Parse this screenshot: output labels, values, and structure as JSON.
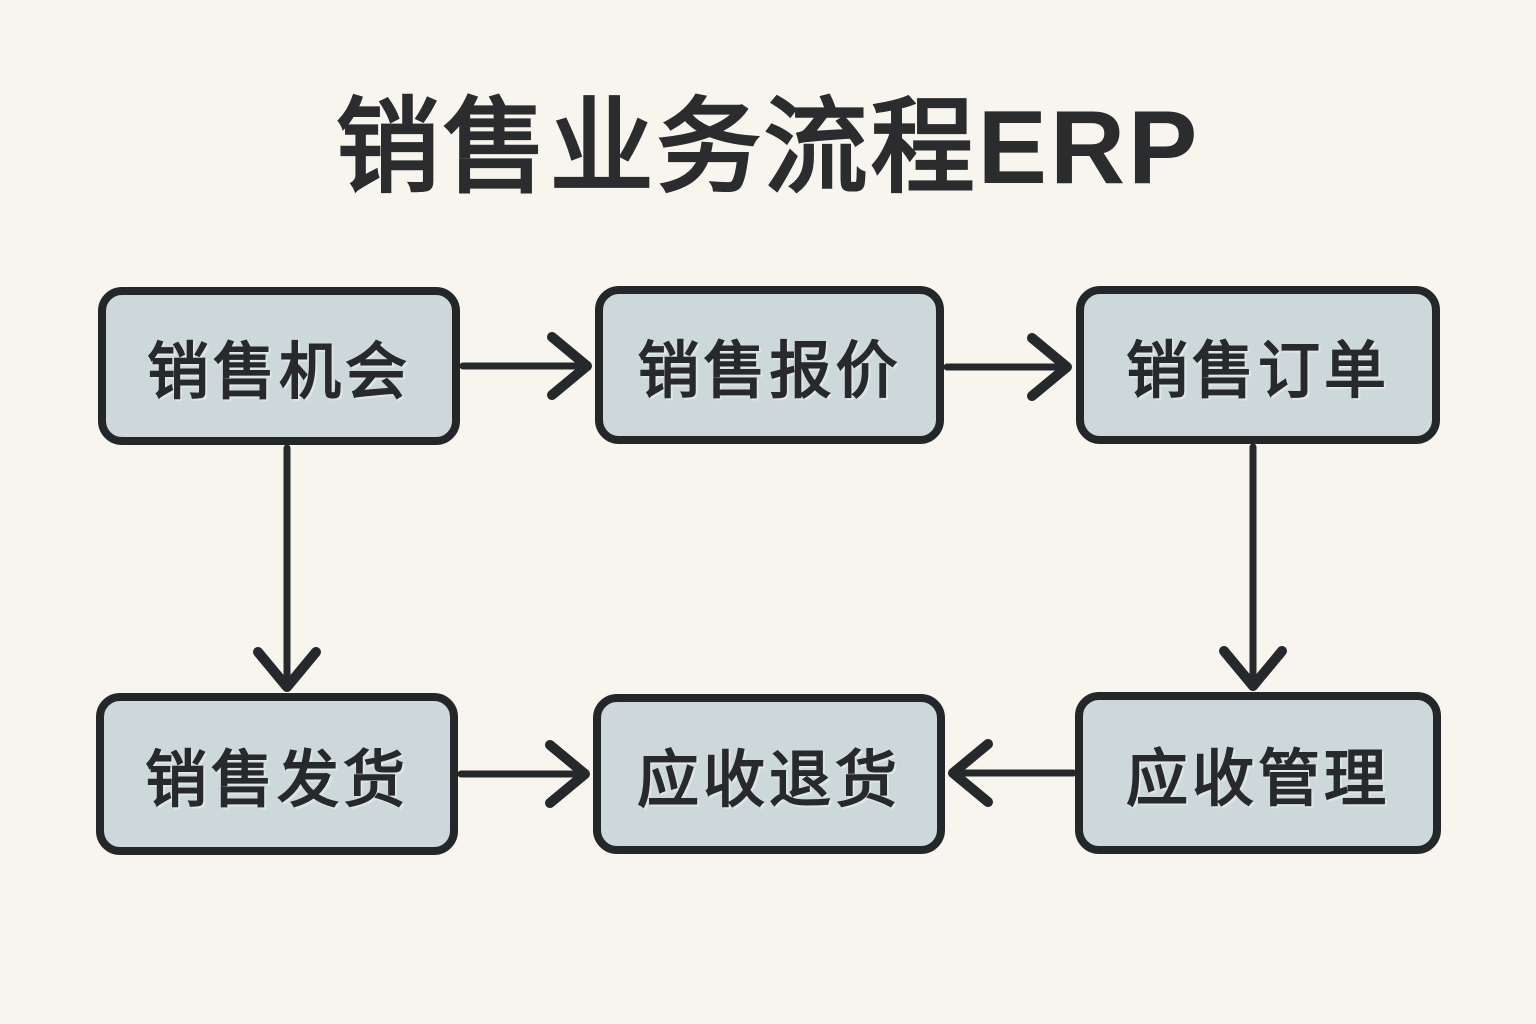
{
  "title": "销售业务流程ERP",
  "colors": {
    "background": "#f8f5ee",
    "node_fill": "#ccd8da",
    "node_border": "#24272a",
    "text": "#27292b",
    "arrow": "#26292b"
  },
  "nodes": [
    {
      "id": "sales-opportunity",
      "label": "销售机会"
    },
    {
      "id": "sales-quotation",
      "label": "销售报价"
    },
    {
      "id": "sales-order",
      "label": "销售订单"
    },
    {
      "id": "sales-delivery",
      "label": "销售发货"
    },
    {
      "id": "receivable-return",
      "label": "应收退货"
    },
    {
      "id": "receivable-management",
      "label": "应收管理"
    }
  ],
  "edges": [
    {
      "from": "sales-opportunity",
      "to": "sales-quotation",
      "direction": "right"
    },
    {
      "from": "sales-quotation",
      "to": "sales-order",
      "direction": "right"
    },
    {
      "from": "sales-opportunity",
      "to": "sales-delivery",
      "direction": "down"
    },
    {
      "from": "sales-order",
      "to": "receivable-management",
      "direction": "down"
    },
    {
      "from": "sales-delivery",
      "to": "receivable-return",
      "direction": "right"
    },
    {
      "from": "receivable-management",
      "to": "receivable-return",
      "direction": "left"
    }
  ]
}
